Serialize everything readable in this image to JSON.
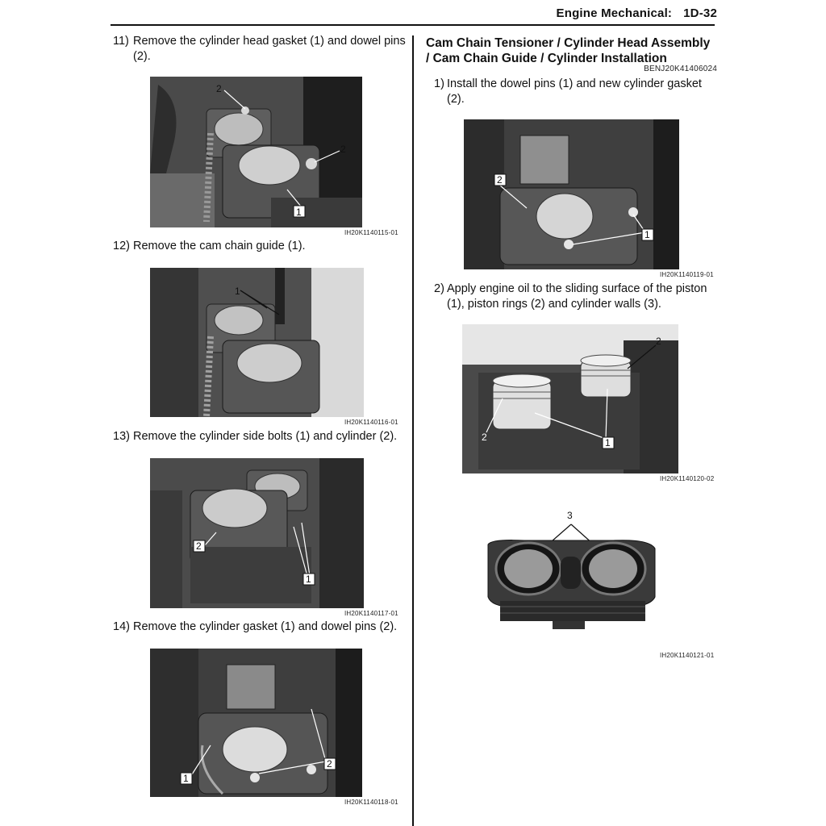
{
  "header": {
    "section": "Engine Mechanical:",
    "page_number": "1D-32"
  },
  "left_column": {
    "steps": [
      {
        "number": "11)",
        "text": "Remove the cylinder head gasket (1) and dowel pins (2).",
        "figure_id": "IH20K1140115-01",
        "callouts": [
          "2",
          "2",
          "1"
        ]
      },
      {
        "number": "12)",
        "text": "Remove the cam chain guide (1).",
        "figure_id": "IH20K1140116-01",
        "callouts": [
          "1"
        ]
      },
      {
        "number": "13)",
        "text": "Remove the cylinder side bolts (1) and cylinder (2).",
        "figure_id": "IH20K1140117-01",
        "callouts": [
          "2",
          "1"
        ]
      },
      {
        "number": "14)",
        "text": "Remove the cylinder gasket (1) and dowel pins (2).",
        "figure_id": "IH20K1140118-01",
        "callouts": [
          "2",
          "1"
        ]
      }
    ]
  },
  "right_column": {
    "title_line1": "Cam Chain Tensioner / Cylinder Head Assembly",
    "title_line2": "/ Cam Chain Guide / Cylinder Installation",
    "doc_code": "BENJ20K41406024",
    "steps": [
      {
        "number": "1)",
        "text": "Install the dowel pins (1) and new cylinder gasket (2).",
        "figure_id": "IH20K1140119-01",
        "callouts": [
          "2",
          "1"
        ]
      },
      {
        "number": "2)",
        "text": "Apply engine oil to the sliding surface of the piston (1), piston rings (2) and cylinder walls (3).",
        "figure_id": "IH20K1140120-02",
        "callouts": [
          "2",
          "2",
          "1"
        ]
      }
    ],
    "extra_figure": {
      "figure_id": "IH20K1140121-01",
      "callouts": [
        "3"
      ]
    }
  }
}
